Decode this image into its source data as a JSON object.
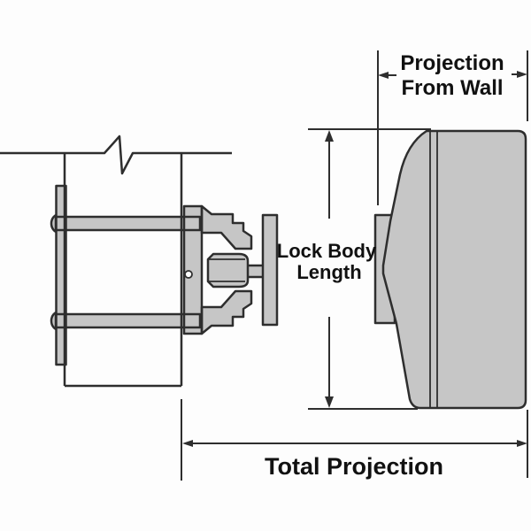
{
  "background": "#fdfdfd",
  "colors": {
    "fill_gray": "#c6c6c6",
    "line": "#2e2e2e",
    "text": "#111111"
  },
  "diagram": {
    "type": "technical-dimension-drawing",
    "subject": "hidden-shackle padlock mounted on wall bracket, side view",
    "labels": {
      "projection_from_wall_line1": "Projection",
      "projection_from_wall_line2": "From Wall",
      "lock_body_length_line1": "Lock Body",
      "lock_body_length_line2": "Length",
      "total_projection": "Total Projection"
    }
  }
}
